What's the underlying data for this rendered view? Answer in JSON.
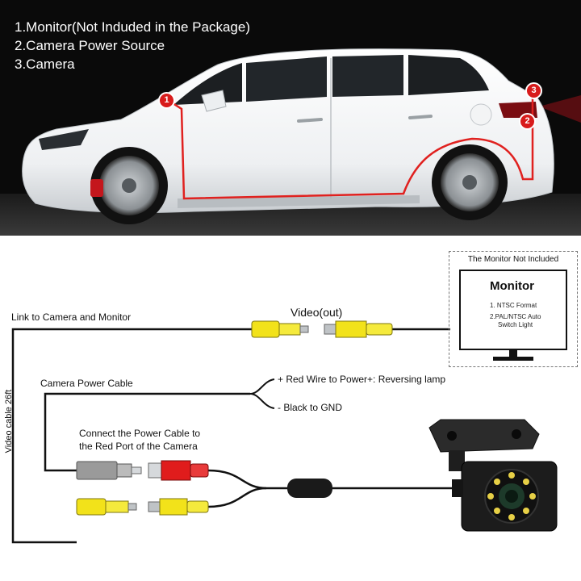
{
  "legend": [
    "1.Monitor(Not Induded in the Package)",
    "2.Camera Power Source",
    "3.Camera"
  ],
  "markers": [
    "1",
    "2",
    "3"
  ],
  "diagram": {
    "link_label": "Link to Camera and Monitor",
    "video_out_label": "Video(out)",
    "power_cable_label": "Camera Power Cable",
    "red_wire_label": "+ Red Wire to Power+: Reversing lamp",
    "black_wire_label": "- Black to GND",
    "connect_line_1": "Connect the Power Cable to",
    "connect_line_2": "the Red Port of the Camera",
    "vertical_label": "Video cable 26ft"
  },
  "monitor": {
    "caption": "The Monitor Not Included",
    "title": "Monitor",
    "spec_1": "1. NTSC Format",
    "spec_2a": "2.PAL/NTSC Auto",
    "spec_2b": "Switch Light"
  },
  "colors": {
    "photo_background": "#0a0a0a",
    "marker_red": "#d81b1b",
    "rca_yellow": "#f2e21a",
    "plug_red": "#e01c1c",
    "plug_gray": "#9a9a9a",
    "cable": "#111111"
  }
}
